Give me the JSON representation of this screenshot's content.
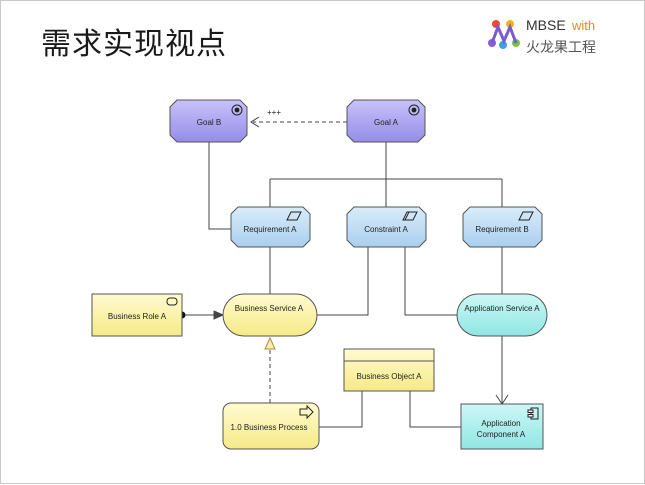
{
  "slide": {
    "title": "需求实现视点"
  },
  "logo": {
    "mbse": "MBSE",
    "with": "with",
    "cn": "火龙果工程"
  },
  "diagram": {
    "goal_b": "Goal B",
    "goal_a": "Goal A",
    "influence_label": "+++",
    "requirement_a": "Requirement A",
    "constraint_a": "Constraint A",
    "requirement_b": "Requirement B",
    "business_role_a": "Business Role A",
    "business_service_a": "Business Service A",
    "application_service_a": "Application Service A",
    "business_object_a": "Business Object A",
    "business_process": "1.0 Business Process",
    "application_component_a_line1": "Application",
    "application_component_a_line2": "Component A"
  },
  "colors": {
    "goal_fill": "#a9a2f0",
    "requirement_fill": "#bcdcf5",
    "business_fill": "#fdf6a8",
    "application_fill": "#a9f0ee",
    "line": "#444444"
  }
}
